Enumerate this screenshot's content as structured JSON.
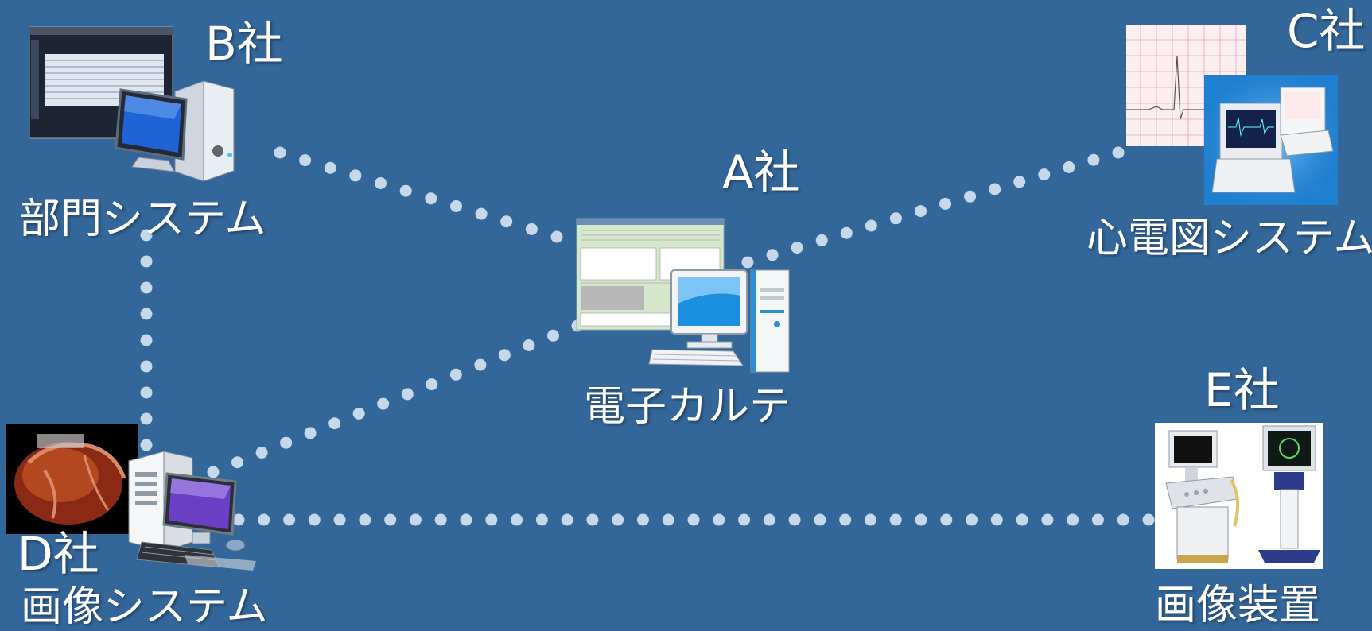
{
  "colors": {
    "background": "#336699",
    "connector": "#c6d8ea",
    "label": "#ffffff"
  },
  "nodes": {
    "a": {
      "company": "A社",
      "system": "電子カルテ",
      "icon": "desktop-computer-icon"
    },
    "b": {
      "company": "B社",
      "system": "部門システム",
      "icon": "tower-computer-icon"
    },
    "c": {
      "company": "C社",
      "system": "心電図システム",
      "icon": "ecg-machine-icon"
    },
    "d": {
      "company": "D社",
      "system": "画像システム",
      "icon": "workstation-icon"
    },
    "e": {
      "company": "E社",
      "system": "画像装置",
      "icon": "ultrasound-device-icon"
    }
  },
  "connections": [
    {
      "from": "b",
      "to": "a"
    },
    {
      "from": "c",
      "to": "a"
    },
    {
      "from": "d",
      "to": "a"
    },
    {
      "from": "b",
      "to": "d"
    },
    {
      "from": "d",
      "to": "e"
    }
  ]
}
